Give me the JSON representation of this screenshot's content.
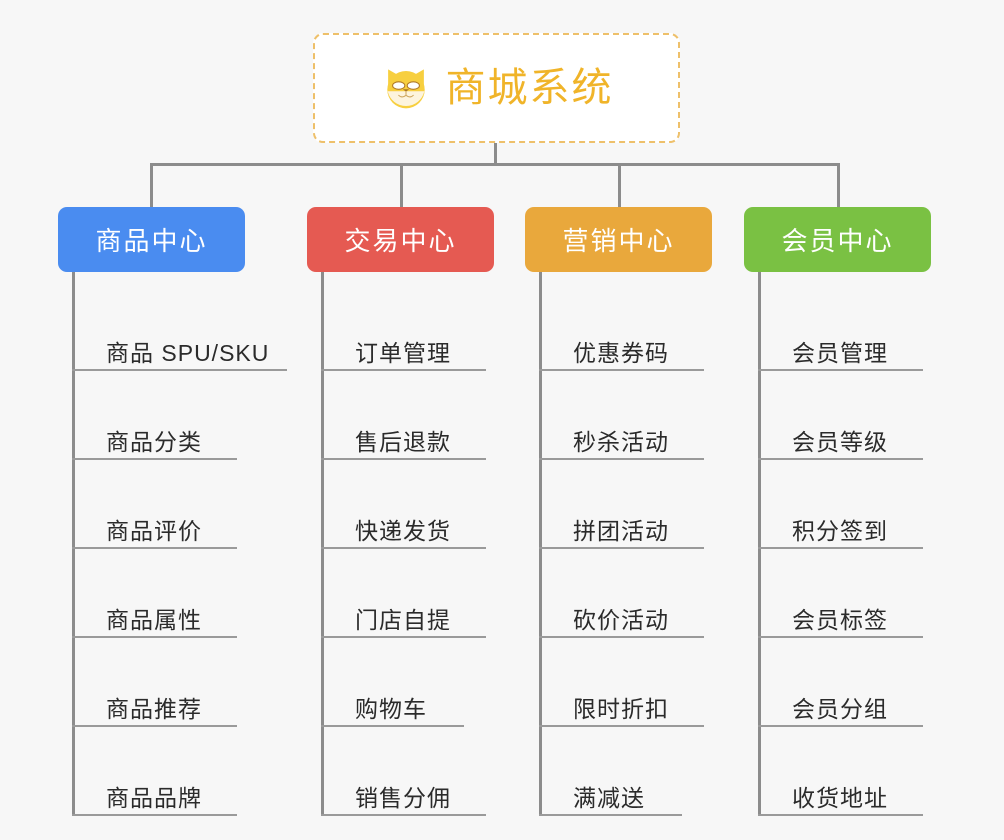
{
  "page": {
    "background_color": "#f7f7f7",
    "connector_color": "#8c8c8c",
    "leaf_text_color": "#2b2b2b",
    "leaf_rule_color": "#9a9a9a"
  },
  "root": {
    "title": "商城系统",
    "icon": "shiba-dog-icon",
    "title_color": "#f0b429",
    "border_color": "#eec06a",
    "background_color": "#ffffff"
  },
  "columns": [
    {
      "category": "商品中心",
      "color": "#4a8cf0",
      "items": [
        "商品 SPU/SKU",
        "商品分类",
        "商品评价",
        "商品属性",
        "商品推荐",
        "商品品牌"
      ]
    },
    {
      "category": "交易中心",
      "color": "#e55a52",
      "items": [
        "订单管理",
        "售后退款",
        "快递发货",
        "门店自提",
        "购物车",
        "销售分佣"
      ]
    },
    {
      "category": "营销中心",
      "color": "#e9a83c",
      "items": [
        "优惠券码",
        "秒杀活动",
        "拼团活动",
        "砍价活动",
        "限时折扣",
        "满减送"
      ]
    },
    {
      "category": "会员中心",
      "color": "#7ac143",
      "items": [
        "会员管理",
        "会员等级",
        "积分签到",
        "会员标签",
        "会员分组",
        "收货地址"
      ]
    }
  ]
}
